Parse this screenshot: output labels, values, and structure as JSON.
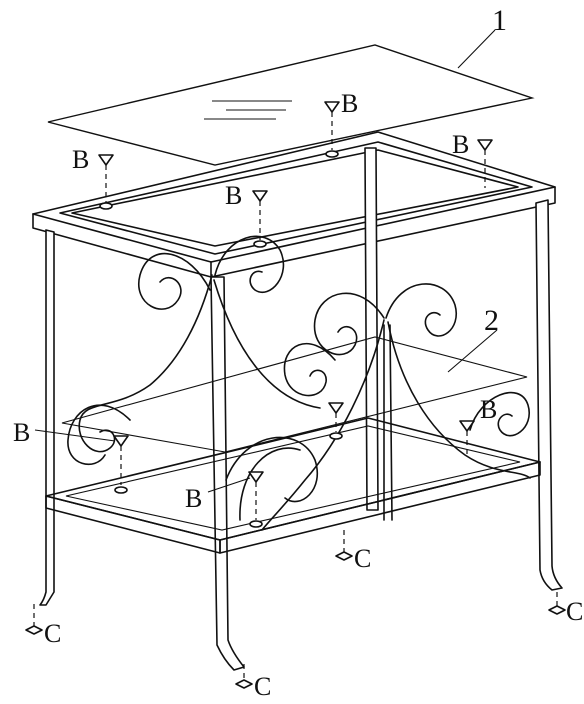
{
  "parts": {
    "top_glass": "1",
    "shelf_glass": "2"
  },
  "labels": {
    "b": "B",
    "c": "C"
  }
}
